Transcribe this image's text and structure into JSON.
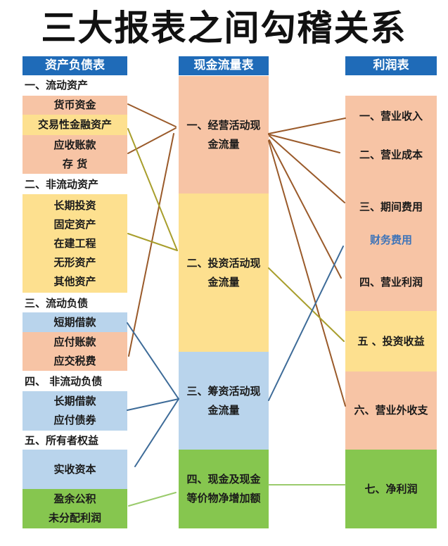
{
  "title": "三大报表之间勾稽关系",
  "colors": {
    "header_blue": "#1f6bb8",
    "salmon": "#f7c4a5",
    "yellow": "#fde08f",
    "light_blue": "#b9d4ec",
    "green": "#86c64f",
    "line_brown": "#9a5a2a",
    "line_olive": "#a89e2c",
    "line_blue": "#3d6b98",
    "line_green": "#9acb6c",
    "finance_expense_text": "#3f74b8"
  },
  "balance_sheet": {
    "header": "资产负债表",
    "sections": [
      {
        "label": "一、流动资产",
        "items": [
          "货币资金",
          "交易性金融资产",
          "应收账款",
          "存 货"
        ]
      },
      {
        "label": "二、非流动资产",
        "items": [
          "长期投资",
          "固定资产",
          "在建工程",
          "无形资产",
          "其他资产"
        ]
      },
      {
        "label": "三、流动负债",
        "items": [
          "短期借款",
          "应付账款",
          "应交税费"
        ]
      },
      {
        "label": "四、 非流动负债",
        "items": [
          "长期借款",
          "应付债券"
        ]
      },
      {
        "label": "五、所有者权益",
        "items": [
          "实收资本",
          "盈余公积",
          "未分配利润"
        ]
      }
    ]
  },
  "cash_flow": {
    "header": "现金流量表",
    "blocks": [
      {
        "line1": "一、经营活动现",
        "line2": "金流量"
      },
      {
        "line1": "二、投资活动现",
        "line2": "金流量"
      },
      {
        "line1": "三、筹资活动现",
        "line2": "金流量"
      },
      {
        "line1": "四、现金及现金",
        "line2": "等价物净增加额"
      }
    ]
  },
  "income_statement": {
    "header": "利润表",
    "items": [
      "一、营业收入",
      "二、营业成本",
      "三、期间费用",
      "财务费用",
      "四、营业利润",
      "五 、投资收益",
      "六、营业外收支",
      "七、净利润"
    ]
  },
  "connections": [
    {
      "from": "货币资金",
      "to": "经营活动现金流量",
      "color": "brown"
    },
    {
      "from": "应收账款",
      "to": "经营活动现金流量",
      "color": "brown"
    },
    {
      "from": "应交税费",
      "to": "经营活动现金流量",
      "color": "brown"
    },
    {
      "from": "交易性金融资产",
      "to": "投资活动现金流量",
      "color": "olive"
    },
    {
      "from": "在建工程",
      "to": "投资活动现金流量",
      "color": "olive"
    },
    {
      "from": "短期借款",
      "to": "筹资活动现金流量",
      "color": "blue"
    },
    {
      "from": "长期借款",
      "to": "筹资活动现金流量",
      "color": "blue"
    },
    {
      "from": "实收资本",
      "to": "筹资活动现金流量",
      "color": "blue"
    },
    {
      "from": "盈余公积/未分配利润",
      "to": "现金及现金等价物净增加额",
      "color": "green"
    },
    {
      "from": "经营活动现金流量",
      "to": "营业收入",
      "color": "brown"
    },
    {
      "from": "经营活动现金流量",
      "to": "营业成本",
      "color": "brown"
    },
    {
      "from": "经营活动现金流量",
      "to": "期间费用",
      "color": "brown"
    },
    {
      "from": "经营活动现金流量",
      "to": "营业利润",
      "color": "brown"
    },
    {
      "from": "经营活动现金流量",
      "to": "营业外收支",
      "color": "brown"
    },
    {
      "from": "投资活动现金流量",
      "to": "投资收益",
      "color": "olive"
    },
    {
      "from": "筹资活动现金流量",
      "to": "财务费用",
      "color": "blue"
    },
    {
      "from": "现金及现金等价物净增加额",
      "to": "净利润",
      "color": "green"
    }
  ]
}
